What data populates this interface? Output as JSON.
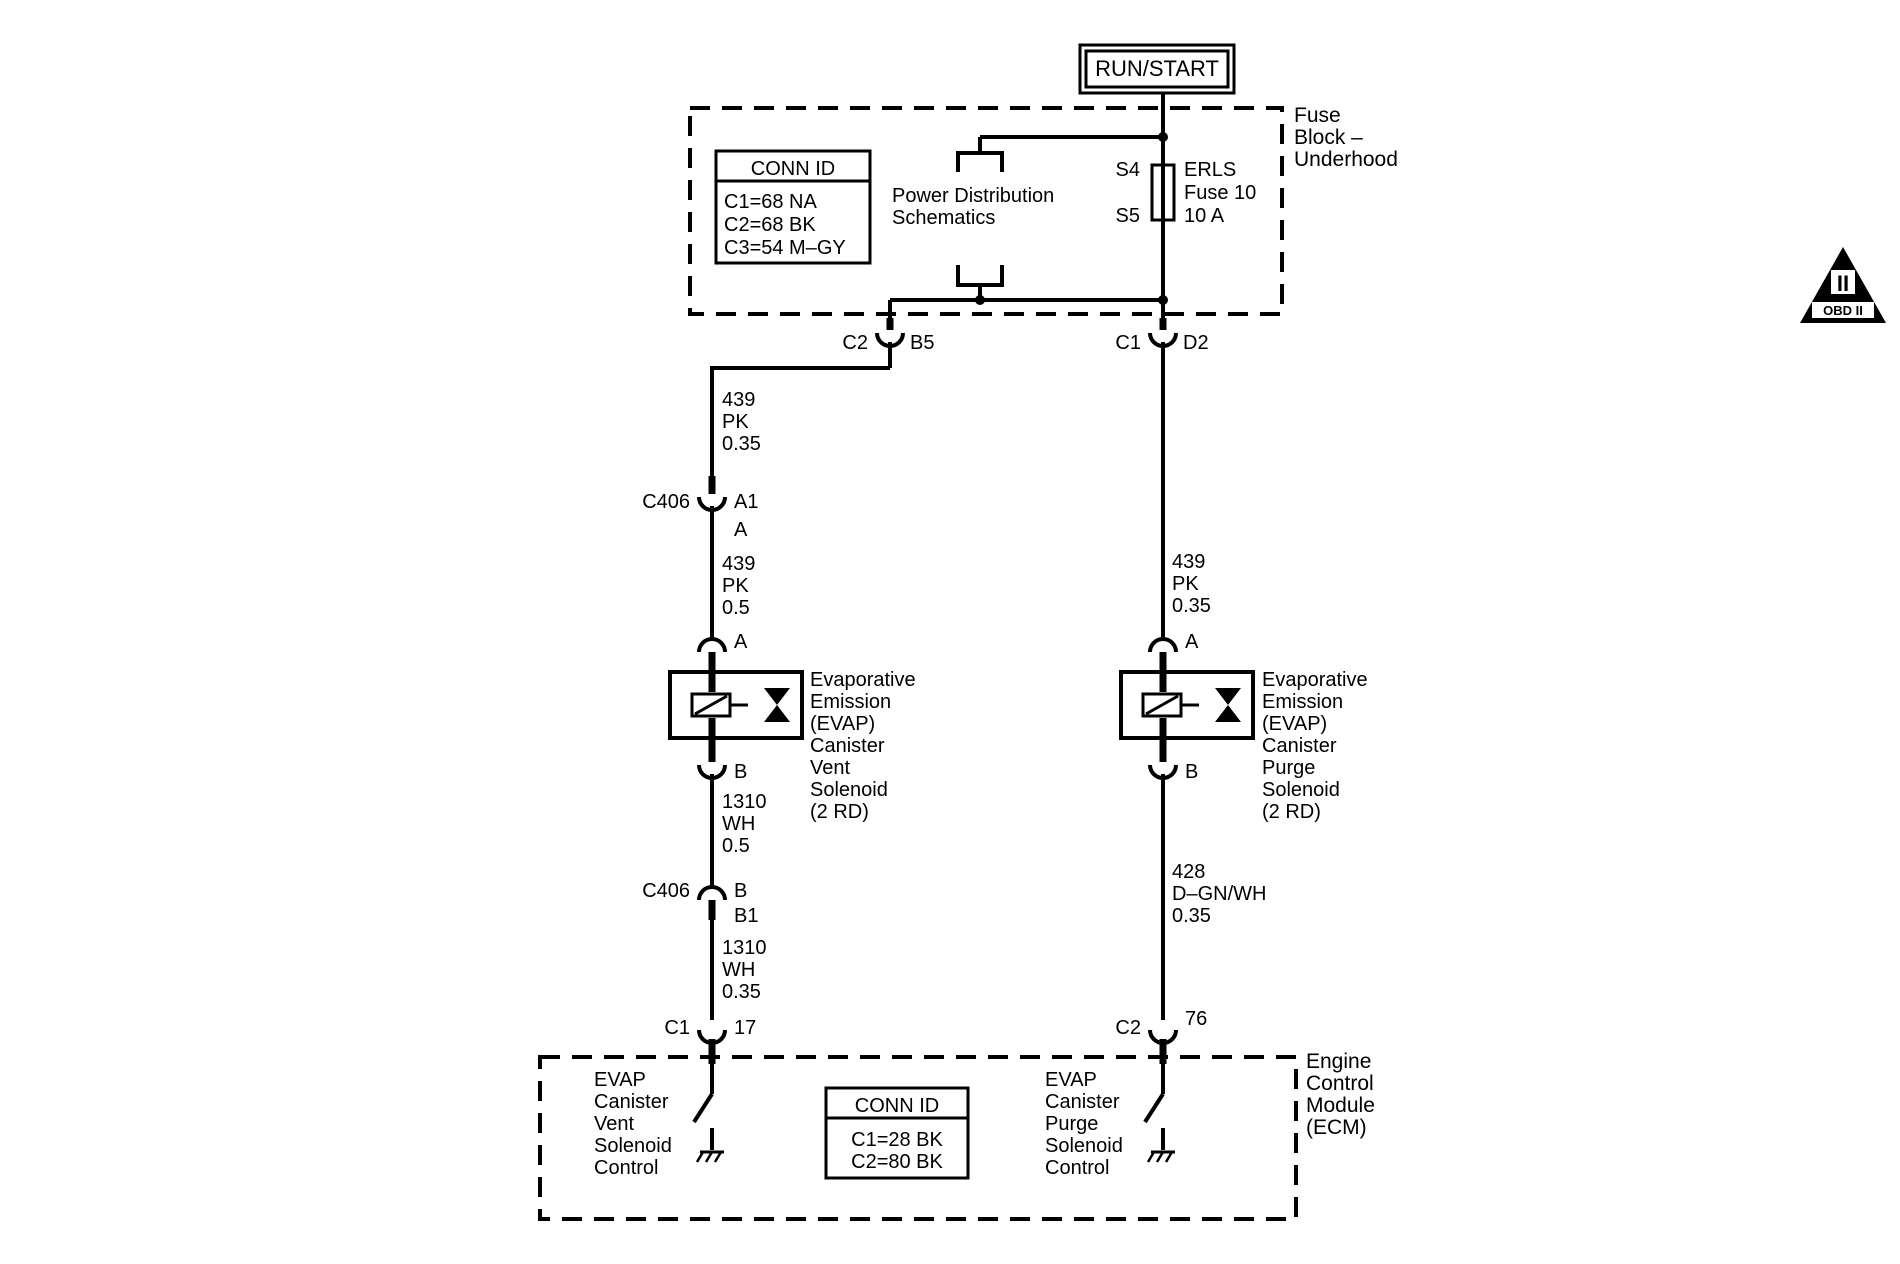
{
  "power_source": "RUN/START",
  "fuse_block": {
    "label_lines": [
      "Fuse",
      "Block –",
      "Underhood"
    ],
    "conn_id": {
      "title": "CONN ID",
      "lines": [
        "C1=68 NA",
        "C2=68 BK",
        "C3=54 M–GY"
      ]
    },
    "power_distribution": [
      "Power Distribution",
      "Schematics"
    ],
    "fuse": {
      "pin_top": "S4",
      "pin_bottom": "S5",
      "label_lines": [
        "ERLS",
        "Fuse 10",
        "10 A"
      ]
    }
  },
  "connectors": {
    "c2_b5": {
      "conn": "C2",
      "pin": "B5"
    },
    "c1_d2": {
      "conn": "C1",
      "pin": "D2"
    },
    "c406_a": {
      "conn": "C406",
      "pin_top": "A1",
      "pin_bottom": "A"
    },
    "vent_a": {
      "pin": "A"
    },
    "vent_b": {
      "pin": "B"
    },
    "purge_a": {
      "pin": "A"
    },
    "purge_b": {
      "pin": "B"
    },
    "c406_b": {
      "conn": "C406",
      "pin_top": "B",
      "pin_bottom": "B1"
    },
    "ecm_c1": {
      "conn": "C1",
      "pin": "17"
    },
    "ecm_c2": {
      "conn": "C2",
      "pin": "76"
    }
  },
  "wires": {
    "w1": [
      "439",
      "PK",
      "0.35"
    ],
    "w2": [
      "439",
      "PK",
      "0.5"
    ],
    "w3": [
      "1310",
      "WH",
      "0.5"
    ],
    "w4": [
      "1310",
      "WH",
      "0.35"
    ],
    "w5": [
      "439",
      "PK",
      "0.35"
    ],
    "w6": [
      "428",
      "D–GN/WH",
      "0.35"
    ]
  },
  "vent_solenoid": [
    "Evaporative",
    "Emission",
    "(EVAP)",
    "Canister",
    "Vent",
    "Solenoid",
    "(2 RD)"
  ],
  "purge_solenoid": [
    "Evaporative",
    "Emission",
    "(EVAP)",
    "Canister",
    "Purge",
    "Solenoid",
    "(2 RD)"
  ],
  "ecm": {
    "label_lines": [
      "Engine",
      "Control",
      "Module",
      "(ECM)"
    ],
    "conn_id": {
      "title": "CONN ID",
      "lines": [
        "C1=28 BK",
        "C2=80 BK"
      ]
    },
    "vent_control": [
      "EVAP",
      "Canister",
      "Vent",
      "Solenoid",
      "Control"
    ],
    "purge_control": [
      "EVAP",
      "Canister",
      "Purge",
      "Solenoid",
      "Control"
    ]
  },
  "badge": {
    "symbol": "II",
    "text": "OBD II"
  }
}
